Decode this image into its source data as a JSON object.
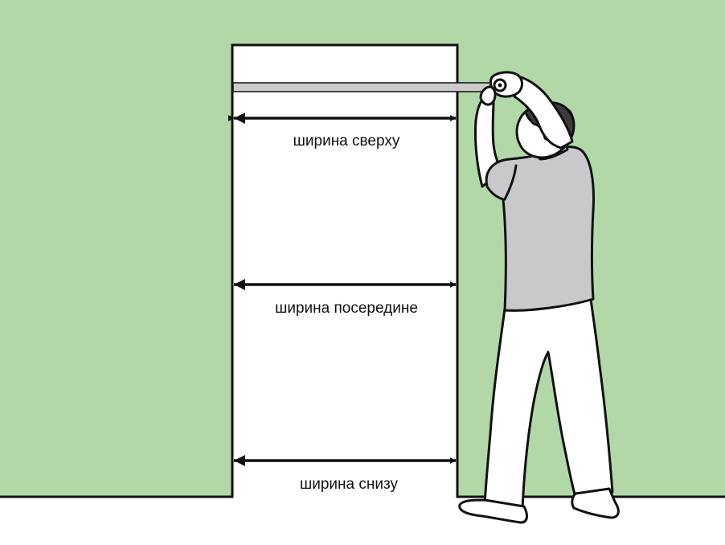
{
  "labels": {
    "top": "ширина сверху",
    "middle": "ширина посередине",
    "bottom": "ширина снизу"
  },
  "colors": {
    "wall": "#b2d8a8",
    "opening": "#ffffff",
    "floor": "#ffffff",
    "outline": "#111111",
    "shirt": "#c9c9cc",
    "hair": "#3c3c3c",
    "skin": "#ffffff",
    "tape": "#cccccc"
  },
  "icons": {
    "figure": "man-measuring-icon",
    "tool": "tape-measure-icon",
    "arrow": "double-headed-arrow-icon"
  }
}
